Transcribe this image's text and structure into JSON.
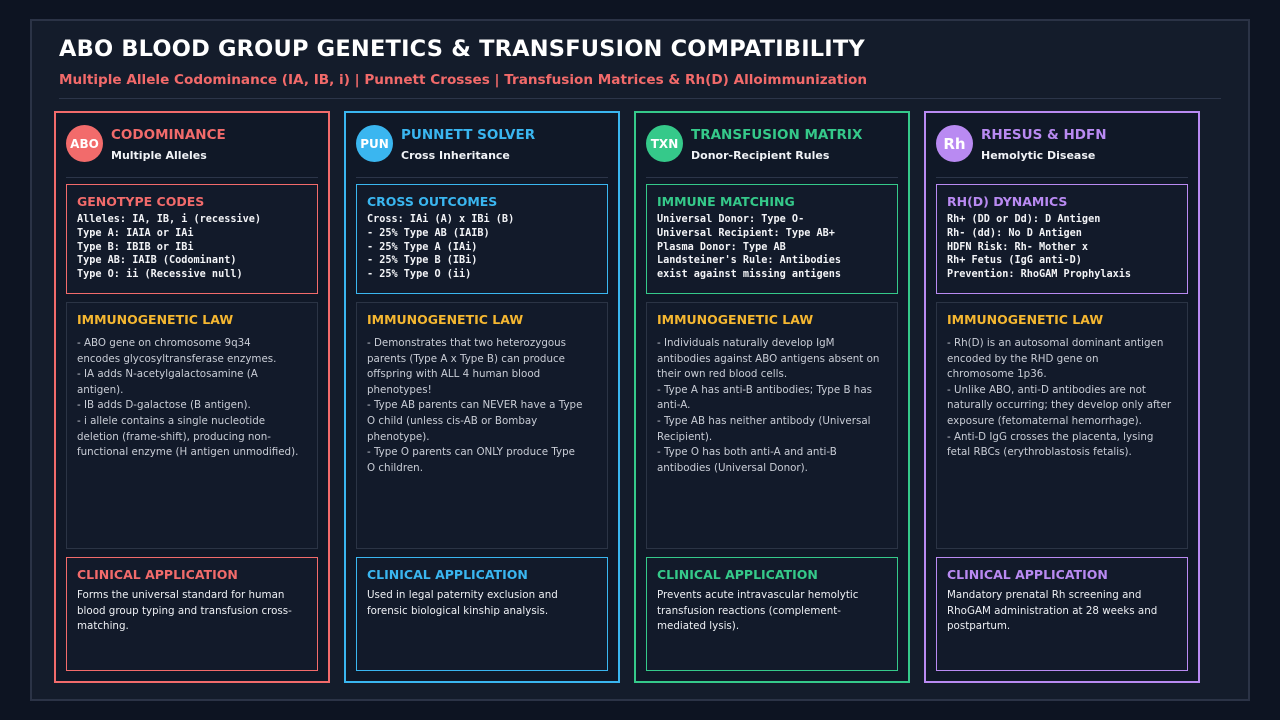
{
  "header": {
    "title": "ABO BLOOD GROUP GENETICS & TRANSFUSION COMPATIBILITY",
    "subtitle": "Multiple Allele Codominance (IA, IB, i) | Punnett Crosses | Transfusion Matrices & Rh(D) Alloimmunization"
  },
  "colors": {
    "codominance": "#f26b6b",
    "punnett": "#3ab6f0",
    "transfusion": "#35c98a",
    "rhesus": "#b98af2",
    "law_heading": "#f5b731"
  },
  "columns": [
    {
      "badge": "ABO",
      "title": "CODOMINANCE",
      "subtitle": "Multiple Alleles",
      "code_heading": "GENOTYPE CODES",
      "code_text": "Alleles: IA, IB, i (recessive)\nType A: IAIA or IAi\nType B: IBIB or IBi\nType AB: IAIB (Codominant)\nType O: ii (Recessive null)",
      "law_heading": "IMMUNOGENETIC LAW",
      "law_text": "- ABO gene on chromosome 9q34\nencodes glycosyltransferase enzymes.\n- IA adds N-acetylgalactosamine (A\nantigen).\n- IB adds D-galactose (B antigen).\n- i allele contains a single nucleotide\ndeletion (frame-shift), producing non-\nfunctional enzyme (H antigen unmodified).",
      "clin_heading": "CLINICAL APPLICATION",
      "clin_text": "Forms the universal standard for human\nblood group typing and transfusion cross-\nmatching."
    },
    {
      "badge": "PUN",
      "title": "PUNNETT SOLVER",
      "subtitle": "Cross Inheritance",
      "code_heading": "CROSS OUTCOMES",
      "code_text": "Cross: IAi (A) x IBi (B)\n- 25% Type AB (IAIB)\n- 25% Type A (IAi)\n- 25% Type B (IBi)\n- 25% Type O (ii)",
      "law_heading": "IMMUNOGENETIC LAW",
      "law_text": "- Demonstrates that two heterozygous\nparents (Type A x Type B) can produce\noffspring with ALL 4 human blood\nphenotypes!\n- Type AB parents can NEVER have a Type\nO child (unless cis-AB or Bombay\nphenotype).\n- Type O parents can ONLY produce Type\nO children.",
      "clin_heading": "CLINICAL APPLICATION",
      "clin_text": "Used in legal paternity exclusion and\nforensic biological kinship analysis."
    },
    {
      "badge": "TXN",
      "title": "TRANSFUSION MATRIX",
      "subtitle": "Donor-Recipient Rules",
      "code_heading": "IMMUNE MATCHING",
      "code_text": "Universal Donor: Type O-\nUniversal Recipient: Type AB+\nPlasma Donor: Type AB\nLandsteiner's Rule: Antibodies\nexist against missing antigens",
      "law_heading": "IMMUNOGENETIC LAW",
      "law_text": "- Individuals naturally develop IgM\nantibodies against ABO antigens absent on\ntheir own red blood cells.\n- Type A has anti-B antibodies; Type B has\nanti-A.\n- Type AB has neither antibody (Universal\nRecipient).\n- Type O has both anti-A and anti-B\nantibodies (Universal Donor).",
      "clin_heading": "CLINICAL APPLICATION",
      "clin_text": "Prevents acute intravascular hemolytic\ntransfusion reactions (complement-\nmediated lysis)."
    },
    {
      "badge": "Rh",
      "title": "RHESUS & HDFN",
      "subtitle": "Hemolytic Disease",
      "code_heading": "RH(D) DYNAMICS",
      "code_text": "Rh+ (DD or Dd): D Antigen\nRh- (dd): No D Antigen\nHDFN Risk: Rh- Mother x\nRh+ Fetus (IgG anti-D)\nPrevention: RhoGAM Prophylaxis",
      "law_heading": "IMMUNOGENETIC LAW",
      "law_text": "- Rh(D) is an autosomal dominant antigen\nencoded by the RHD gene on\nchromosome 1p36.\n- Unlike ABO, anti-D antibodies are not\nnaturally occurring; they develop only after\nexposure (fetomaternal hemorrhage).\n- Anti-D IgG crosses the placenta, lysing\nfetal RBCs (erythroblastosis fetalis).",
      "clin_heading": "CLINICAL APPLICATION",
      "clin_text": "Mandatory prenatal Rh screening and\nRhoGAM administration at 28 weeks and\npostpartum."
    }
  ]
}
